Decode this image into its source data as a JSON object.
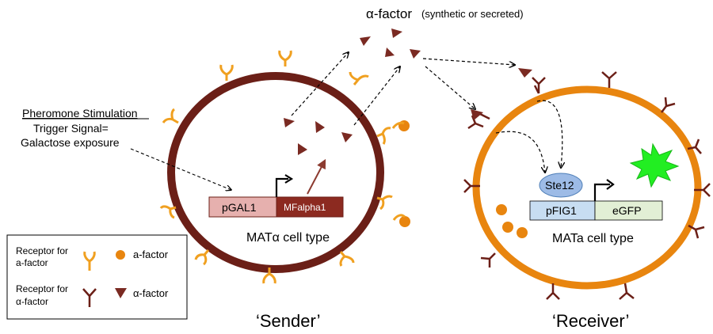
{
  "top_label": {
    "main": "α-factor",
    "sub": "(synthetic or secreted)"
  },
  "stimulation": {
    "heading": "Pheromone Stimulation",
    "line1": "Trigger Signal=",
    "line2": "Galactose exposure"
  },
  "sender": {
    "promoter": "pGAL1",
    "gene": "MFalpha1",
    "cell_type": "MATα cell type",
    "caption": "‘Sender’"
  },
  "receiver": {
    "transcription_factor": "Ste12",
    "promoter": "pFIG1",
    "gene": "eGFP",
    "cell_type": "MATa cell type",
    "caption": "‘Receiver’"
  },
  "legend": {
    "receptor_a_line1": "Receptor for",
    "receptor_a_line2": "a-factor",
    "a_factor": "a-factor",
    "receptor_alpha_line1": "Receptor for",
    "receptor_alpha_line2": "α-factor",
    "alpha_factor": "α-factor"
  },
  "colors": {
    "sender_wall": "#6b1f17",
    "receiver_wall": "#e8850f",
    "a_receptor": "#f0a020",
    "alpha_receptor": "#6b1f17",
    "alpha_factor": "#7a2a22",
    "a_factor": "#e8850f",
    "gfp_star": "#22ee22",
    "pgal1_box": "#e6b0ae",
    "mfalpha1_box": "#8c2a20",
    "pfig1_box": "#c7ddf2",
    "egfp_box": "#e2efd5",
    "ste12": "#9dbbe6"
  }
}
